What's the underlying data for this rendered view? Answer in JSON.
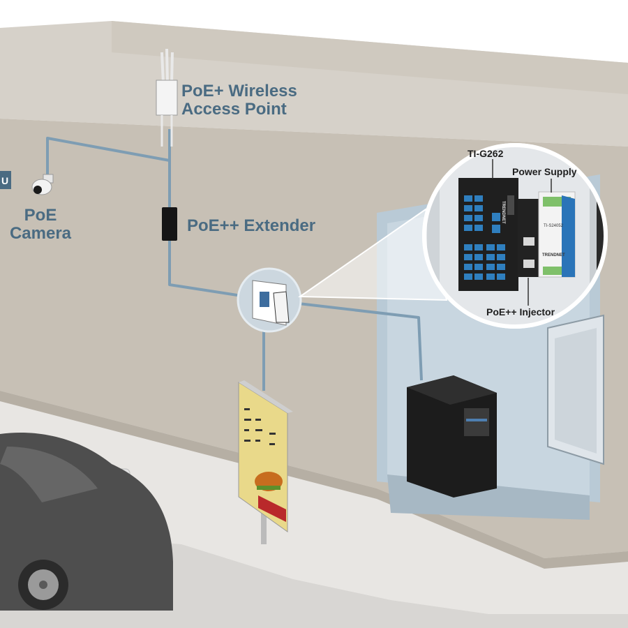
{
  "labels": {
    "access_point": [
      "PoE+ Wireless",
      "Access Point"
    ],
    "camera": [
      "PoE",
      "Camera"
    ],
    "extender": "PoE++ Extender",
    "switch": "TI-G262",
    "power_supply": "Power Supply",
    "injector": "PoE++ Injector",
    "wall_sign_fragment": "U"
  },
  "device_markings": {
    "switch_brand": "TRENDNET",
    "power_supply_model": "TI-S24052",
    "power_supply_brand": "TRENDNET"
  },
  "colors": {
    "cable": "#7e9db3",
    "label": "#4a6b82",
    "wall": "#c7c0b5",
    "ground": "#e6e4e1"
  }
}
